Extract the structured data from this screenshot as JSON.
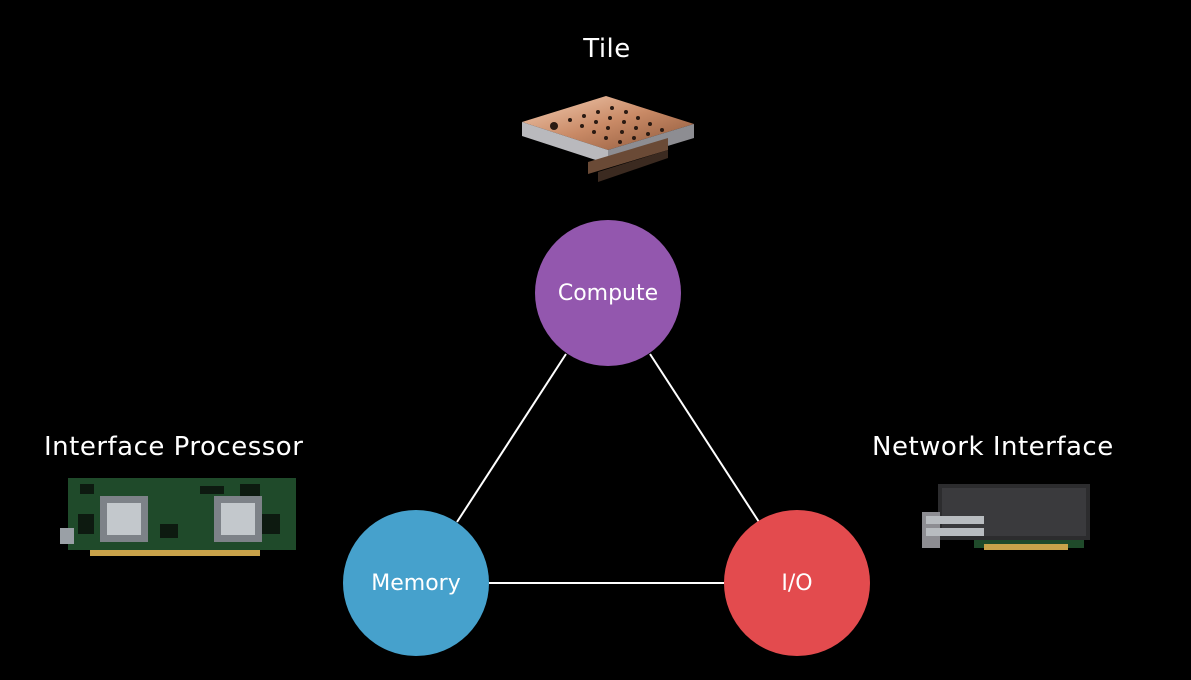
{
  "products": {
    "tile": {
      "label": "Tile",
      "image": "tile-chip-image"
    },
    "interface_processor": {
      "label": "Interface Processor",
      "image": "circuit-board-image"
    },
    "network_interface": {
      "label": "Network Interface",
      "image": "network-card-image"
    }
  },
  "nodes": {
    "compute": {
      "label": "Compute",
      "color": "#9357ae"
    },
    "memory": {
      "label": "Memory",
      "color": "#46a1cc"
    },
    "io": {
      "label": "I/O",
      "color": "#e34b4e"
    }
  },
  "edges": [
    {
      "from": "compute",
      "to": "memory"
    },
    {
      "from": "compute",
      "to": "io"
    },
    {
      "from": "memory",
      "to": "io"
    }
  ],
  "colors": {
    "background": "#000000",
    "edge": "#ffffff"
  }
}
